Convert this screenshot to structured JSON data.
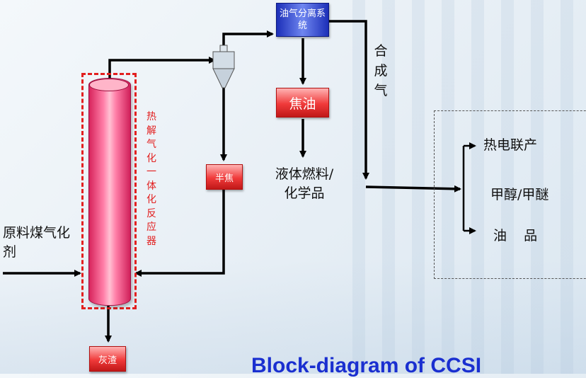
{
  "nodes": {
    "oil_gas_separation": "油气分离系统",
    "tar": "焦油",
    "semicoke": "半焦",
    "ash": "灰渣",
    "reactor_label": "热解气化一体化反应器",
    "syngas_label": "合成气",
    "liquid_products": "液体燃料/化学品",
    "feed": "原料煤气化剂"
  },
  "outputs": [
    "热电联产",
    "甲醇/甲醚",
    "油    品"
  ],
  "title": "Block-diagram of CCSI",
  "colors": {
    "reactor": "#ff7fa8",
    "red_boxes": "#f03a3a",
    "separator_box": "#1c2fb8",
    "dashed_frame": "#e21f1f",
    "title": "#1a2fd0"
  },
  "icons": [
    "cyclone-separator-icon",
    "reactor-cylinder-icon"
  ]
}
